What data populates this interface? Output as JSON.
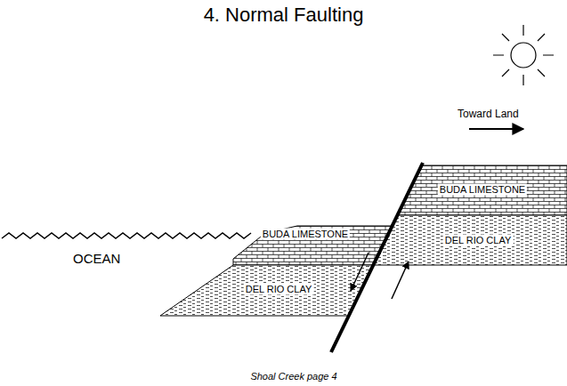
{
  "diagram": {
    "title": "4. Normal Faulting",
    "caption": "Shoal Creek page 4",
    "nodes": [
      {
        "text": [
          "BUDA LIMESTONE"
        ]
      },
      {
        "text": [
          "DEL RIO CLAY"
        ]
      },
      {
        "text": [
          "BUDA LIMESTONE"
        ]
      },
      {
        "text": [
          "DEL RIO CLAY"
        ]
      }
    ],
    "labels": [
      "Toward Land",
      "OCEAN"
    ]
  }
}
